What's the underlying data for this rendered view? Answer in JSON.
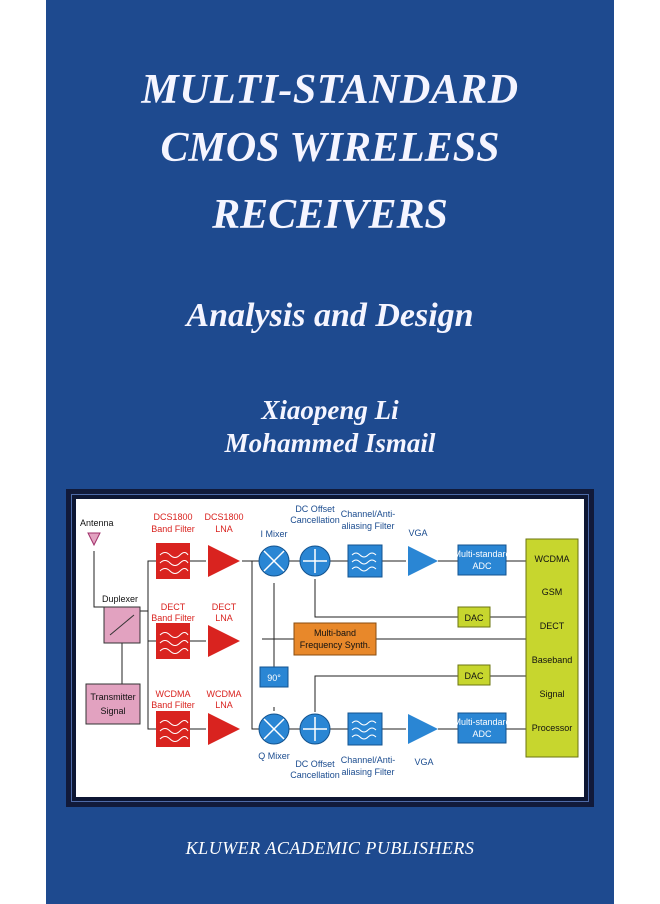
{
  "cover": {
    "title_lines": [
      "MULTI-STANDARD",
      "CMOS WIRELESS",
      "RECEIVERS"
    ],
    "subtitle": "Analysis and Design",
    "authors": [
      "Xiaopeng Li",
      "Mohammed Ismail"
    ],
    "publisher": "KLUWER ACADEMIC PUBLISHERS",
    "colors": {
      "background": "#1e4a8f",
      "text": "#f5f5ff",
      "red_block": "#d9231f",
      "blue_block": "#2a86d4",
      "orange_block": "#e8882a",
      "green_block": "#c7d62e",
      "pink_block": "#e2a2c0"
    }
  },
  "diagram": {
    "antenna": "Antenna",
    "duplexer": "Duplexer",
    "transmitter": [
      "Transmitter",
      "Signal"
    ],
    "band_filters": [
      [
        "DCS1800",
        "Band Filter"
      ],
      [
        "DECT",
        "Band Filter"
      ],
      [
        "WCDMA",
        "Band Filter"
      ]
    ],
    "lnas": [
      [
        "DCS1800",
        "LNA"
      ],
      [
        "DECT",
        "LNA"
      ],
      [
        "WCDMA",
        "LNA"
      ]
    ],
    "i_mixer": "I Mixer",
    "q_mixer": "Q Mixer",
    "dc_offset_top": [
      "DC Offset",
      "Cancellation"
    ],
    "dc_offset_bottom": [
      "DC Offset",
      "Cancellation"
    ],
    "channel_filter_top": [
      "Channel/Anti-",
      "aliasing Filter"
    ],
    "channel_filter_bottom": [
      "Channel/Anti-",
      "aliasing Filter"
    ],
    "vga_top": "VGA",
    "vga_bottom": "VGA",
    "adc_top": [
      "Multi-standard",
      "ADC"
    ],
    "adc_bottom": [
      "Multi-standard",
      "ADC"
    ],
    "dac_top": "DAC",
    "dac_bottom": "DAC",
    "synth": [
      "Multi-band",
      "Frequency Synth."
    ],
    "phase": "90°",
    "processor": [
      "WCDMA",
      "GSM",
      "DECT",
      "Baseband",
      "Signal",
      "Processor"
    ]
  }
}
